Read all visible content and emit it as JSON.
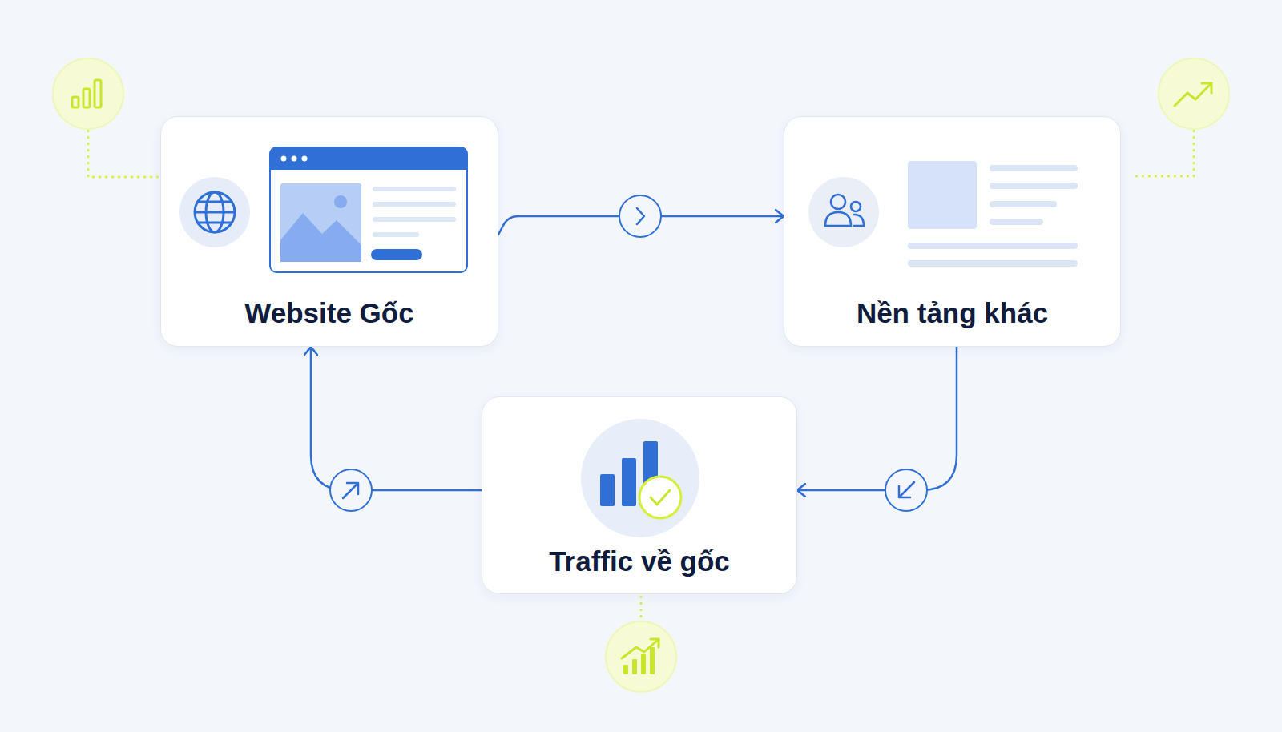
{
  "diagram": {
    "nodes": [
      {
        "text": [
          "Website Gốc"
        ]
      },
      {
        "text": [
          "Nền tảng khác"
        ]
      },
      {
        "text": [
          "Traffic về gốc"
        ]
      }
    ],
    "edges": [
      {
        "from": 0,
        "to": 1,
        "arrow": "to"
      },
      {
        "from": 1,
        "to": 2,
        "arrow": "to"
      },
      {
        "from": 2,
        "to": 0,
        "arrow": "to"
      }
    ]
  }
}
